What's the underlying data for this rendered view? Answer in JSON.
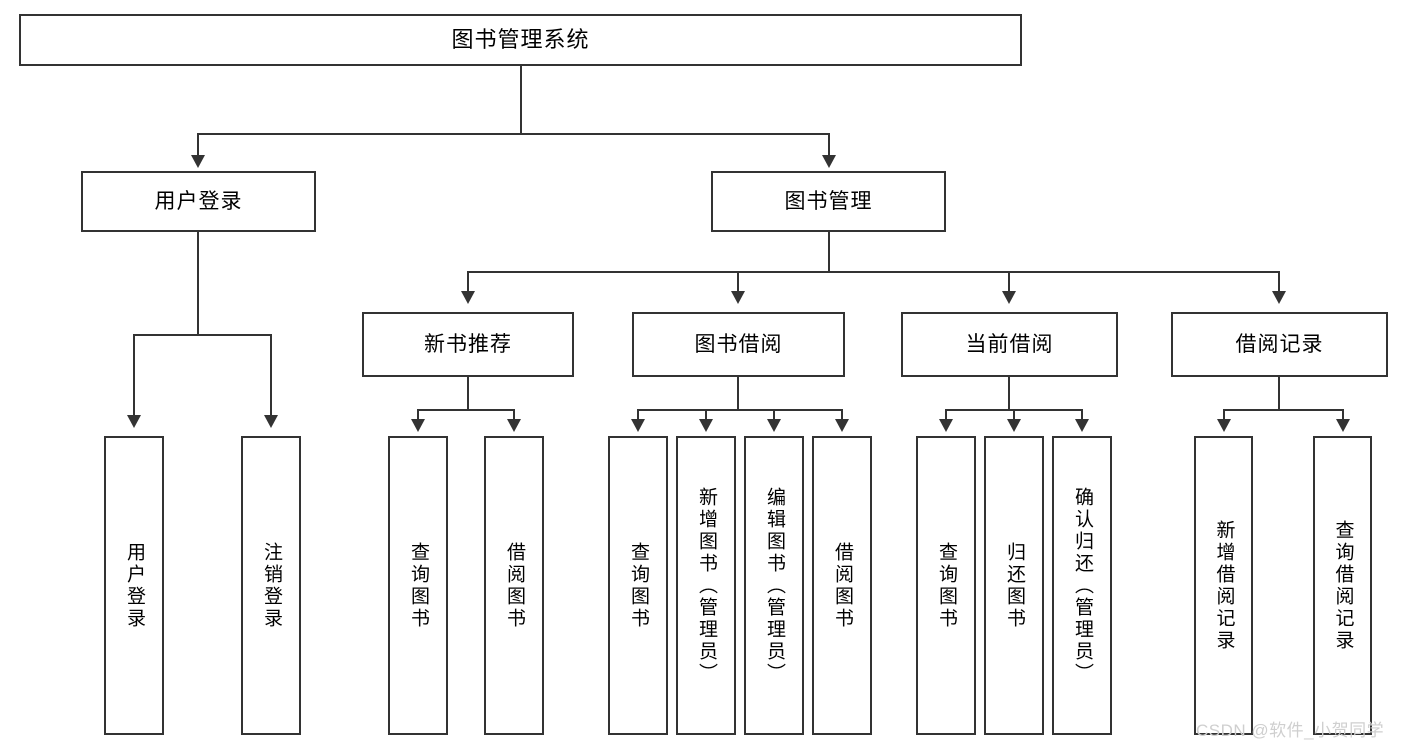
{
  "diagram": {
    "type": "tree",
    "title": "图书管理系统",
    "root": {
      "label": "图书管理系统"
    },
    "level2": [
      {
        "label": "用户登录"
      },
      {
        "label": "图书管理"
      }
    ],
    "level3": [
      {
        "label": "新书推荐"
      },
      {
        "label": "图书借阅"
      },
      {
        "label": "当前借阅"
      },
      {
        "label": "借阅记录"
      }
    ],
    "leaves": {
      "user_login": [
        {
          "label": "用户登录"
        },
        {
          "label": "注销登录"
        }
      ],
      "new_book_recommend": [
        {
          "label": "查询图书"
        },
        {
          "label": "借阅图书"
        }
      ],
      "book_borrow": [
        {
          "label": "查询图书"
        },
        {
          "label": "新增图书（管理员）"
        },
        {
          "label": "编辑图书（管理员）"
        },
        {
          "label": "借阅图书"
        }
      ],
      "current_borrow": [
        {
          "label": "查询图书"
        },
        {
          "label": "归还图书"
        },
        {
          "label": "确认归还（管理员）"
        }
      ],
      "borrow_record": [
        {
          "label": "新增借阅记录"
        },
        {
          "label": "查询借阅记录"
        }
      ]
    }
  },
  "watermark": {
    "text": "CSDN @软件_小贺同学"
  },
  "colors": {
    "border": "#333333",
    "background": "#ffffff",
    "text": "#000000",
    "watermark": "#cfcfcf"
  }
}
